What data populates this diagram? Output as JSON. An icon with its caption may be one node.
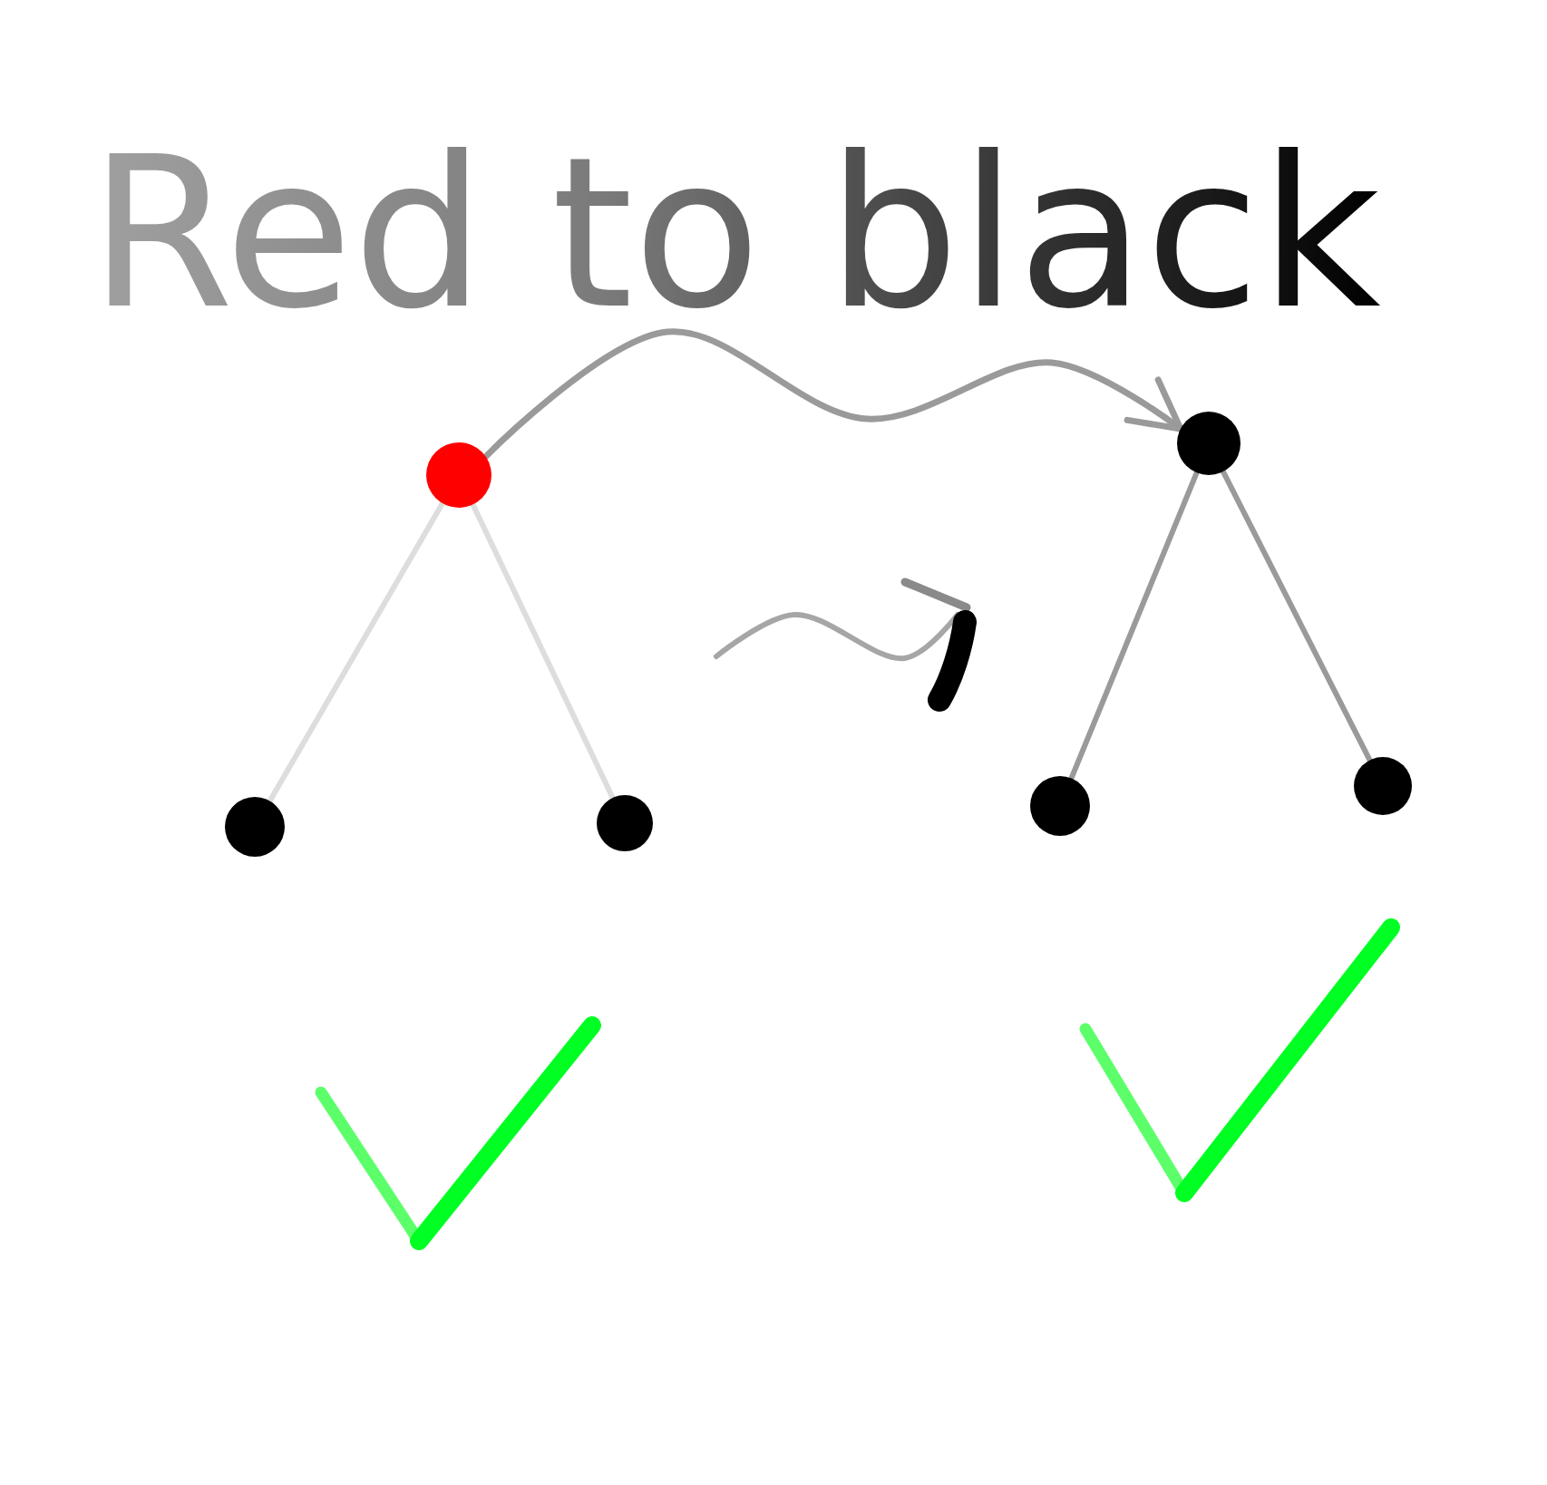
{
  "diagram": {
    "title": "Red to black",
    "nodes": [
      {
        "text": [],
        "shape": "circle"
      },
      {
        "text": [],
        "shape": "circle"
      },
      {
        "text": [],
        "shape": "circle"
      },
      {
        "text": [],
        "shape": "circle"
      },
      {
        "text": [],
        "shape": "circle"
      },
      {
        "text": [],
        "shape": "circle"
      }
    ],
    "edges": [
      {
        "from": 0,
        "to": 1,
        "arrow": "none",
        "color": "#dddddd"
      },
      {
        "from": 0,
        "to": 2,
        "arrow": "none",
        "color": "#dddddd"
      },
      {
        "from": 3,
        "to": 4,
        "arrow": "none"
      },
      {
        "from": 3,
        "to": 5,
        "arrow": "none"
      },
      {
        "from": 0,
        "to": 3,
        "arrow": "to"
      }
    ]
  }
}
